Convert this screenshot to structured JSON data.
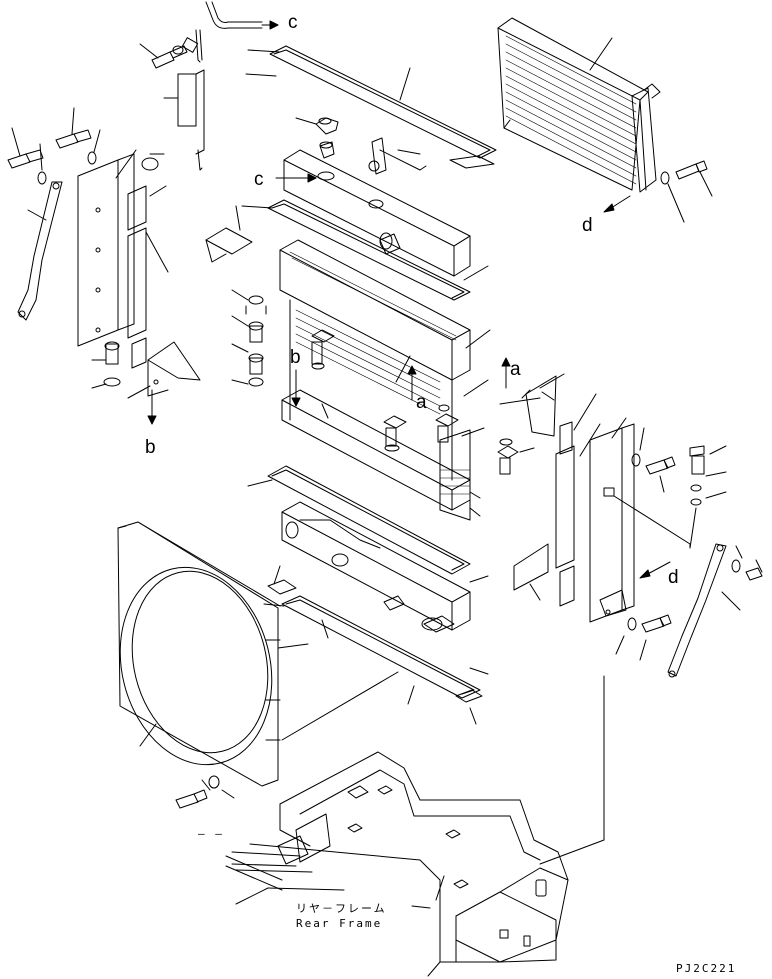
{
  "diagram": {
    "refs": {
      "c_top": "c",
      "c_mid": "c",
      "d_right": "d",
      "d_lower": "d",
      "a_left": "a",
      "a_right": "a",
      "b_center": "b",
      "b_left": "b"
    },
    "rear_frame_jp": "リヤ－フレーム",
    "rear_frame_en": "Rear Frame",
    "dash_mark": "– –",
    "drawing_code": "PJ2C221",
    "colors": {
      "ink": "#000000",
      "paper": "#ffffff"
    }
  }
}
